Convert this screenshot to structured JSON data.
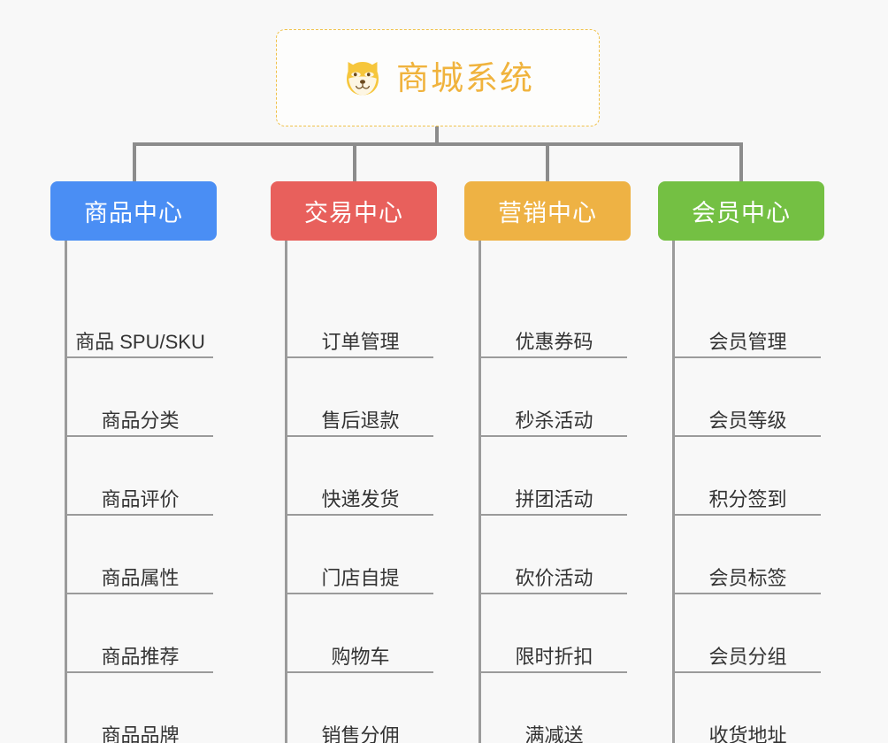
{
  "root": {
    "title": "商城系统",
    "icon": "shiba-dog-icon",
    "text_color": "#f0b33d",
    "border_color": "#f0c24b"
  },
  "colors": {
    "background": "#f8f8f8",
    "connector": "#8c8c8c",
    "leaf_line": "#9b9b9b",
    "leaf_text": "#333333"
  },
  "columns": [
    {
      "title": "商品中心",
      "color": "#4a8ef4",
      "items": [
        "商品 SPU/SKU",
        "商品分类",
        "商品评价",
        "商品属性",
        "商品推荐",
        "商品品牌"
      ]
    },
    {
      "title": "交易中心",
      "color": "#e8605c",
      "items": [
        "订单管理",
        "售后退款",
        "快递发货",
        "门店自提",
        "购物车",
        "销售分佣"
      ]
    },
    {
      "title": "营销中心",
      "color": "#eeb244",
      "items": [
        "优惠券码",
        "秒杀活动",
        "拼团活动",
        "砍价活动",
        "限时折扣",
        "满减送"
      ]
    },
    {
      "title": "会员中心",
      "color": "#74c043",
      "items": [
        "会员管理",
        "会员等级",
        "积分签到",
        "会员标签",
        "会员分组",
        "收货地址"
      ]
    }
  ]
}
